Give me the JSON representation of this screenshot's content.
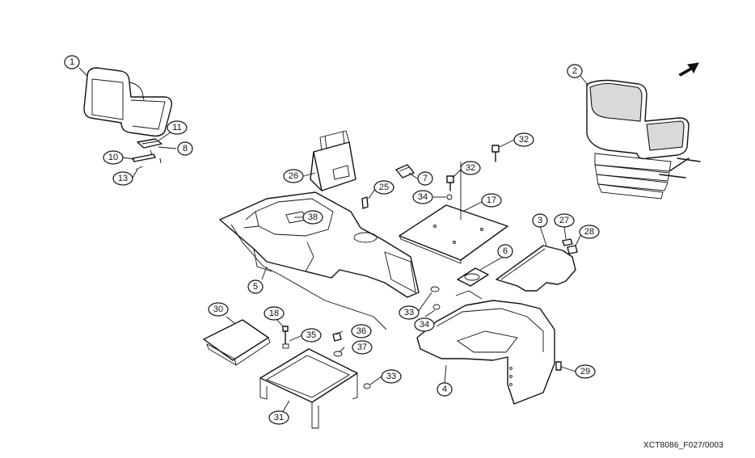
{
  "figure_id": "XCT8086_F027/0003",
  "callouts": {
    "c1": "1",
    "c2": "2",
    "c3": "3",
    "c4": "4",
    "c5": "5",
    "c6": "6",
    "c7": "7",
    "c8": "8",
    "c10": "10",
    "c11": "11",
    "c13": "13",
    "c17": "17",
    "c18": "18",
    "c25": "25",
    "c26": "26",
    "c27": "27",
    "c28": "28",
    "c29": "29",
    "c30": "30",
    "c31": "31",
    "c32a": "32",
    "c32b": "32",
    "c33a": "33",
    "c33b": "33",
    "c34a": "34",
    "c34b": "34",
    "c35": "35",
    "c36": "36",
    "c37": "37",
    "c38": "38"
  },
  "icons": {
    "direction_arrow": "arrow-up-right-icon"
  }
}
